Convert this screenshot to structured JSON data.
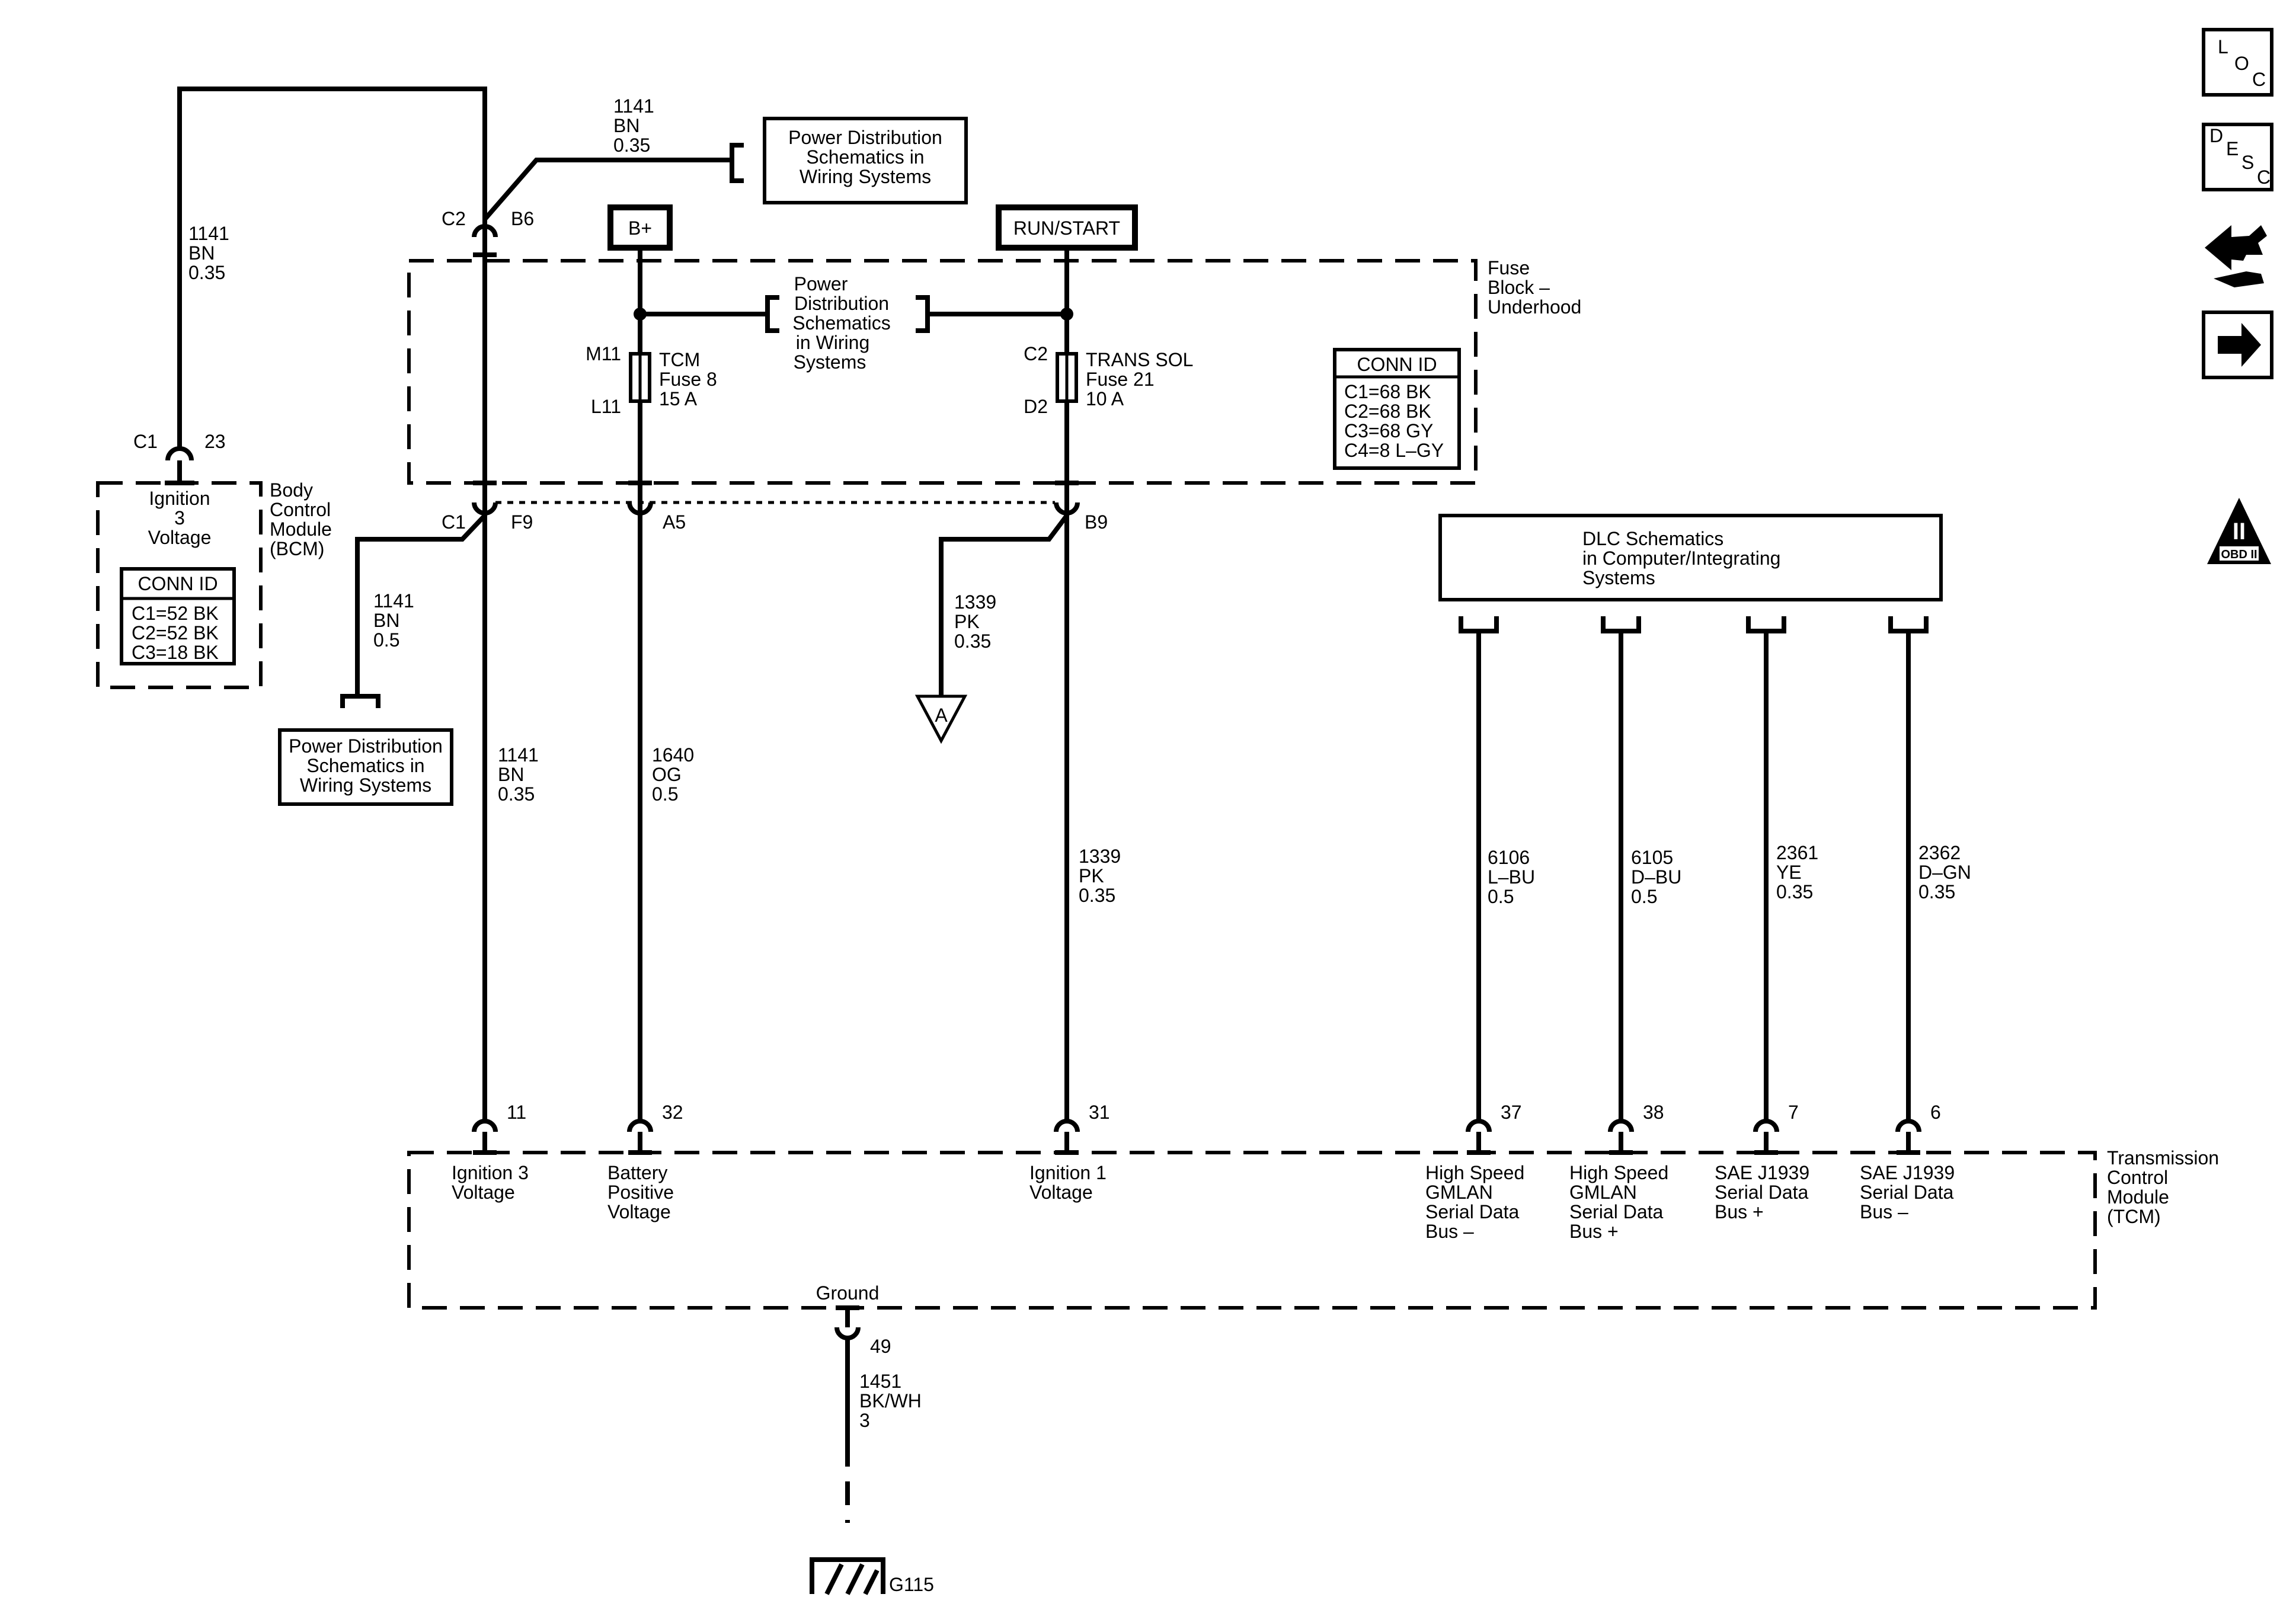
{
  "modules": {
    "bcm": {
      "name": [
        "Body",
        "Control",
        "Module",
        "(BCM)"
      ],
      "pin_label": [
        "Ignition",
        "3",
        "Voltage"
      ],
      "connector": "C1",
      "pin": "23",
      "conn_id": {
        "title": "CONN ID",
        "rows": [
          "C1=52 BK",
          "C2=52 BK",
          "C3=18 BK"
        ]
      }
    },
    "fuse_block": {
      "name": [
        "Fuse",
        "Block –",
        "Underhood"
      ],
      "conn_id": {
        "title": "CONN ID",
        "rows": [
          "C1=68 BK",
          "C2=68 BK",
          "C3=68 GY",
          "C4=8 L–GY"
        ]
      }
    },
    "tcm": {
      "name": [
        "Transmission",
        "Control",
        "Module",
        "(TCM)"
      ]
    }
  },
  "power_sources": {
    "bplus": "B+",
    "run_start": "RUN/START"
  },
  "refs": {
    "pd_top": [
      "Power Distribution",
      "Schematics in",
      "Wiring Systems"
    ],
    "pd_mid": [
      "Power",
      "Distribution",
      "Schematics",
      "in Wiring",
      "Systems"
    ],
    "pd_left": [
      "Power Distribution",
      "Schematics in",
      "Wiring Systems"
    ],
    "dlc": [
      "DLC Schematics",
      "in Computer/Integrating",
      "Systems"
    ]
  },
  "fuses": {
    "tcm": {
      "top_conn": "M11",
      "bottom_conn": "L11",
      "label": [
        "TCM",
        "Fuse 8",
        "15 A"
      ]
    },
    "trans_sol": {
      "top_conn": "C2",
      "bottom_conn": "D2",
      "label": [
        "TRANS SOL",
        "Fuse 21",
        "10 A"
      ]
    }
  },
  "connectors": {
    "c2_b6": {
      "conn": "C2",
      "pin": "B6"
    },
    "c1_f9": {
      "conn": "C1",
      "pin": "F9"
    },
    "a5": "A5",
    "b9": "B9"
  },
  "wires": {
    "w1141_top": [
      "1141",
      "BN",
      "0.35"
    ],
    "w1141_bcm": [
      "1141",
      "BN",
      "0.35"
    ],
    "w1141_left": [
      "1141",
      "BN",
      "0.5"
    ],
    "w1141_tcm": [
      "1141",
      "BN",
      "0.35"
    ],
    "w1640": [
      "1640",
      "OG",
      "0.5"
    ],
    "w1339_a": [
      "1339",
      "PK",
      "0.35"
    ],
    "w1339_tcm": [
      "1339",
      "PK",
      "0.35"
    ],
    "w6106": [
      "6106",
      "L–BU",
      "0.5"
    ],
    "w6105": [
      "6105",
      "D–BU",
      "0.5"
    ],
    "w2361": [
      "2361",
      "YE",
      "0.35"
    ],
    "w2362": [
      "2362",
      "D–GN",
      "0.35"
    ],
    "w1451": [
      "1451",
      "BK/WH",
      "3"
    ]
  },
  "tcm_pins": [
    {
      "pin": "11",
      "label": [
        "Ignition 3",
        "Voltage"
      ]
    },
    {
      "pin": "32",
      "label": [
        "Battery",
        "Positive",
        "Voltage"
      ]
    },
    {
      "pin": "31",
      "label": [
        "Ignition 1",
        "Voltage"
      ]
    },
    {
      "pin": "37",
      "label": [
        "High Speed",
        "GMLAN",
        "Serial Data",
        "Bus –"
      ]
    },
    {
      "pin": "38",
      "label": [
        "High Speed",
        "GMLAN",
        "Serial Data",
        "Bus +"
      ]
    },
    {
      "pin": "7",
      "label": [
        "SAE J1939",
        "Serial Data",
        "Bus +"
      ]
    },
    {
      "pin": "6",
      "label": [
        "SAE J1939",
        "Serial Data",
        "Bus –"
      ]
    }
  ],
  "ground": {
    "label": "Ground",
    "pin": "49",
    "name": "G115"
  },
  "offpage": "A",
  "side_icons": {
    "loc": {
      "icon": "loc-icon",
      "letters": [
        "L",
        "O",
        "C"
      ]
    },
    "desc": {
      "icon": "desc-icon",
      "letters": [
        "D",
        "E",
        "S",
        "C"
      ]
    },
    "connector": {
      "icon": "connector-icon"
    },
    "next": {
      "icon": "arrow-right-icon"
    },
    "obd": {
      "icon": "obd-ii-icon",
      "text": [
        "II",
        "OBD II"
      ]
    }
  }
}
